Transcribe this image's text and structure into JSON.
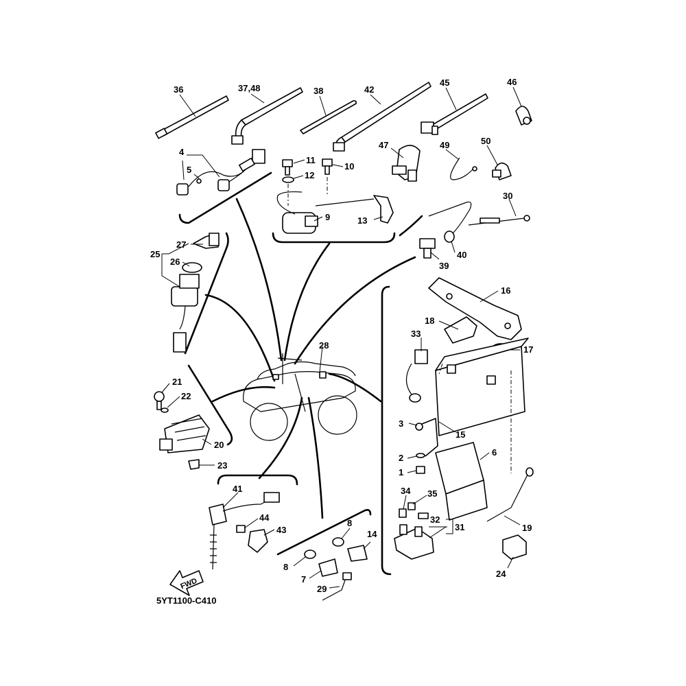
{
  "diagram_code": "5YT1100-C410",
  "fwd_label": "FWD",
  "callouts": [
    "36",
    "37,48",
    "38",
    "42",
    "45",
    "46",
    "47",
    "49",
    "50",
    "4",
    "5",
    "11",
    "12",
    "10",
    "9",
    "13",
    "30",
    "40",
    "39",
    "27",
    "25",
    "26",
    "16",
    "18",
    "17",
    "33",
    "28",
    "21",
    "22",
    "20",
    "23",
    "3",
    "15",
    "2",
    "6",
    "1",
    "41",
    "44",
    "43",
    "34",
    "35",
    "32",
    "31",
    "19",
    "8",
    "14",
    "7",
    "29",
    "24"
  ]
}
